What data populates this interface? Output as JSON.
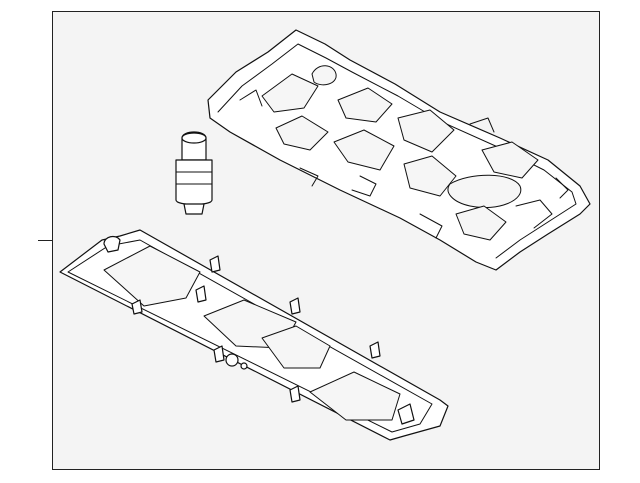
{
  "diagram": {
    "parts": [
      {
        "name": "console-housing",
        "icon": "map-lamp-housing-icon"
      },
      {
        "name": "bulb",
        "icon": "bulb-socket-icon"
      },
      {
        "name": "lens-panel",
        "icon": "lens-panel-icon"
      }
    ],
    "colors": {
      "line": "#111111",
      "frame_fill": "#f4f4f4",
      "background": "#ffffff"
    }
  }
}
